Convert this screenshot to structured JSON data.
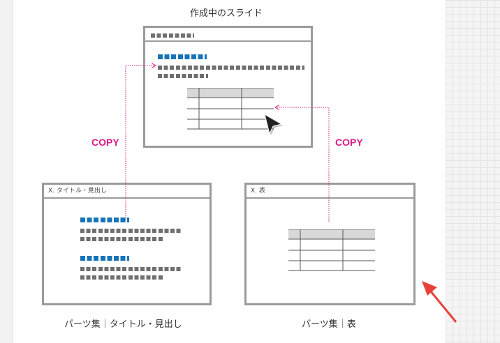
{
  "diagram": {
    "slide_title": "作成中のスライド",
    "slide_header": "",
    "parts_title_header": "X. タイトル・見出し",
    "parts_table_header": "X. 表",
    "caption_left": "パーツ集｜タイトル・見出し",
    "caption_right": "パーツ集｜表",
    "copy_left": "COPY",
    "copy_right": "COPY",
    "colors": {
      "accent_blue": "#1673b8",
      "copy_magenta": "#d81b87",
      "arrow_red": "#e8413a"
    }
  }
}
